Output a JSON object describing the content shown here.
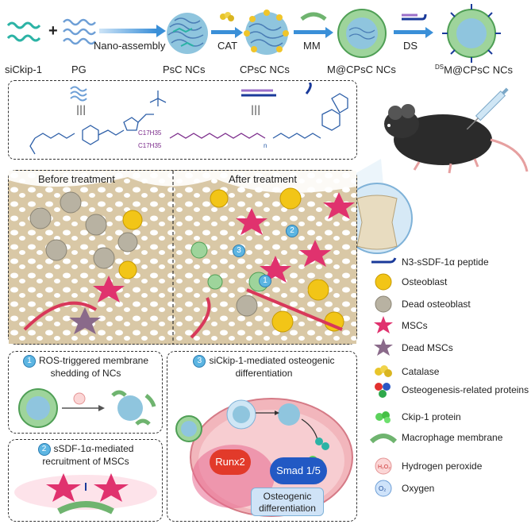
{
  "top_row": {
    "labels": [
      "siCkip-1",
      "PG",
      "PsC NCs",
      "CPsC NCs",
      "M@CPsC NCs",
      "DSM@CPsC NCs"
    ],
    "ds_superscript": "DS",
    "ds_label_rest": "M@CPsC NCs",
    "steps": [
      "Nano-assembly",
      "CAT",
      "MM",
      "DS"
    ],
    "plus": "+"
  },
  "structure_box": {
    "equals": [
      "|||",
      "|||"
    ],
    "chem_text_1": "C17H35",
    "chem_text_2": "C17H35",
    "n_label": "n"
  },
  "treatment": {
    "before": "Before treatment",
    "after": "After treatment",
    "markers": [
      "1",
      "2",
      "3"
    ]
  },
  "panels": {
    "p1_num": "1",
    "p1_title": "ROS-triggered membrane shedding of NCs",
    "p2_num": "2",
    "p2_title": "sSDF-1α-mediated recruitment of MSCs",
    "p3_num": "3",
    "p3_title": "siCkip-1-mediated osteogenic differentiation",
    "runx2": "Runx2",
    "smad": "Smad 1/5",
    "osteo_box": "Osteogenic differentiation"
  },
  "legend": [
    {
      "icon": "peptide-icon",
      "label": "N3-sSDF-1α peptide"
    },
    {
      "icon": "osteoblast-icon",
      "label": "Osteoblast"
    },
    {
      "icon": "dead-osteoblast-icon",
      "label": "Dead osteoblast"
    },
    {
      "icon": "msc-icon",
      "label": "MSCs"
    },
    {
      "icon": "dead-msc-icon",
      "label": "Dead MSCs"
    },
    {
      "icon": "catalase-icon",
      "label": "Catalase"
    },
    {
      "icon": "osteo-protein-icon",
      "label": "Osteogenesis-related proteins"
    },
    {
      "icon": "ckip-icon",
      "label": "Ckip-1 protein"
    },
    {
      "icon": "macrophage-membrane-icon",
      "label": "Macrophage membrane"
    },
    {
      "icon": "hydrogen-peroxide-icon",
      "label": "Hydrogen peroxide"
    },
    {
      "icon": "oxygen-icon",
      "label": "Oxygen"
    }
  ],
  "colors": {
    "bone": "#d9c8a6",
    "msc": "#e0326e",
    "osteoblast": "#f2c517",
    "arrow": "#3a8fd8",
    "nucleus": "#e86a8f"
  }
}
